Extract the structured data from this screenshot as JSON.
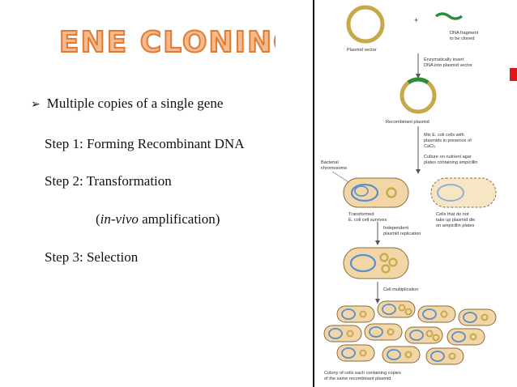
{
  "slide": {
    "title": "GENE CLONING",
    "bullet_glyph": "➢",
    "bullet": "Multiple copies of a single gene",
    "step1": "Step 1: Forming Recombinant DNA",
    "step2": "Step 2: Transformation",
    "step2_sub_open": "(",
    "step2_sub_italic": "in-vivo",
    "step2_sub_rest": " amplification)",
    "step3": "Step 3: Selection"
  },
  "diagram": {
    "plus": "+",
    "plasmid_vector": "Plasmid vector",
    "dna_fragment": [
      "DNA fragment",
      "to be cloned"
    ],
    "insert_step": [
      "Enzymatically insert",
      "DNA into plasmid vector"
    ],
    "recombinant_plasmid": "Recombinant plasmid",
    "mix_step": [
      "Mix E. coli cells with",
      "plasmids in presence of",
      "CaCl₂"
    ],
    "culture_step": [
      "Culture on nutrient agar",
      "plates containing ampicillin"
    ],
    "bacterial_chromosome": [
      "Bacterial",
      "chromosome"
    ],
    "transformed": [
      "Transformed",
      "E. coli cell survives"
    ],
    "not_taken_up": [
      "Cells that do not",
      "take up plasmid die",
      "on ampicillin plates"
    ],
    "replication_step": [
      "Independent",
      "plasmid replication"
    ],
    "multiplication_step": "Cell multiplication",
    "colony_caption": [
      "Colony of cells each containing copies",
      "of the same recombinant plasmid"
    ]
  },
  "colors": {
    "title_fill": "#f4b98e",
    "title_stroke": "#e07b33",
    "plasmid_ring": "#c8a94a",
    "dna_insert": "#2e8b3a",
    "cell_fill": "#f2d6a8",
    "chromosome": "#5b8fc9",
    "accent_bar": "#e01616"
  }
}
